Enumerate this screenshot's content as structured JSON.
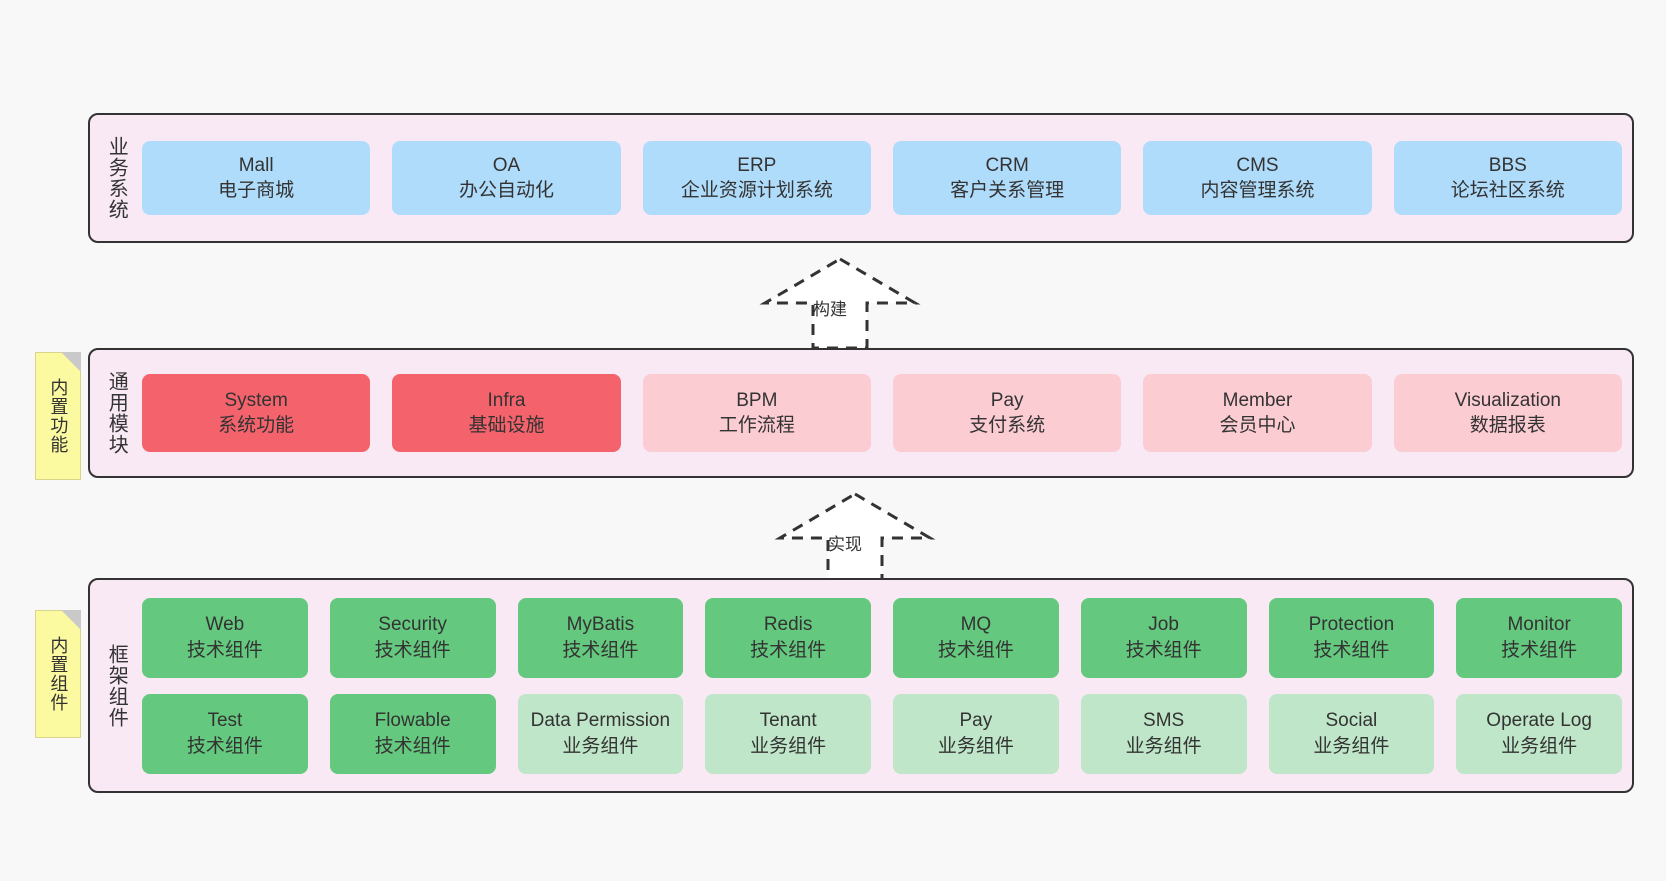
{
  "diagram": {
    "title_note_colors": {
      "note_bg": "#fcfaa0",
      "note_fold": "#c9c9c9",
      "layer_bg": "#f9e9f4",
      "layer_border": "#333333",
      "blue": "#b0dcfb",
      "red": "#f4636c",
      "pink": "#fcccd3",
      "green": "#64c97f",
      "green_light": "#bfe6c8",
      "canvas_bg": "#f8f8f8"
    }
  },
  "notes": [
    {
      "id": "builtin-function",
      "label": "内置功能"
    },
    {
      "id": "builtin-component",
      "label": "内置组件"
    }
  ],
  "arrows": [
    {
      "id": "build",
      "label": "构建"
    },
    {
      "id": "impl",
      "label": "实现"
    }
  ],
  "layers": [
    {
      "id": "business",
      "title": "业务系统",
      "rows": [
        {
          "cards": [
            {
              "en": "Mall",
              "cn": "电子商城",
              "style": "blue"
            },
            {
              "en": "OA",
              "cn": "办公自动化",
              "style": "blue"
            },
            {
              "en": "ERP",
              "cn": "企业资源计划系统",
              "style": "blue"
            },
            {
              "en": "CRM",
              "cn": "客户关系管理",
              "style": "blue"
            },
            {
              "en": "CMS",
              "cn": "内容管理系统",
              "style": "blue"
            },
            {
              "en": "BBS",
              "cn": "论坛社区系统",
              "style": "blue"
            }
          ]
        }
      ]
    },
    {
      "id": "modules",
      "title": "通用模块",
      "rows": [
        {
          "cards": [
            {
              "en": "System",
              "cn": "系统功能",
              "style": "red"
            },
            {
              "en": "Infra",
              "cn": "基础设施",
              "style": "red"
            },
            {
              "en": "BPM",
              "cn": "工作流程",
              "style": "pink"
            },
            {
              "en": "Pay",
              "cn": "支付系统",
              "style": "pink"
            },
            {
              "en": "Member",
              "cn": "会员中心",
              "style": "pink"
            },
            {
              "en": "Visualization",
              "cn": "数据报表",
              "style": "pink"
            }
          ]
        }
      ]
    },
    {
      "id": "framework",
      "title": "框架组件",
      "rows": [
        {
          "cards": [
            {
              "en": "Web",
              "cn": "技术组件",
              "style": "green"
            },
            {
              "en": "Security",
              "cn": "技术组件",
              "style": "green"
            },
            {
              "en": "MyBatis",
              "cn": "技术组件",
              "style": "green"
            },
            {
              "en": "Redis",
              "cn": "技术组件",
              "style": "green"
            },
            {
              "en": "MQ",
              "cn": "技术组件",
              "style": "green"
            },
            {
              "en": "Job",
              "cn": "技术组件",
              "style": "green"
            },
            {
              "en": "Protection",
              "cn": "技术组件",
              "style": "green"
            },
            {
              "en": "Monitor",
              "cn": "技术组件",
              "style": "green"
            }
          ]
        },
        {
          "cards": [
            {
              "en": "Test",
              "cn": "技术组件",
              "style": "green"
            },
            {
              "en": "Flowable",
              "cn": "技术组件",
              "style": "green"
            },
            {
              "en": "Data Permission",
              "cn": "业务组件",
              "style": "green-light"
            },
            {
              "en": "Tenant",
              "cn": "业务组件",
              "style": "green-light"
            },
            {
              "en": "Pay",
              "cn": "业务组件",
              "style": "green-light"
            },
            {
              "en": "SMS",
              "cn": "业务组件",
              "style": "green-light"
            },
            {
              "en": "Social",
              "cn": "业务组件",
              "style": "green-light"
            },
            {
              "en": "Operate Log",
              "cn": "业务组件",
              "style": "green-light"
            }
          ]
        }
      ]
    }
  ]
}
